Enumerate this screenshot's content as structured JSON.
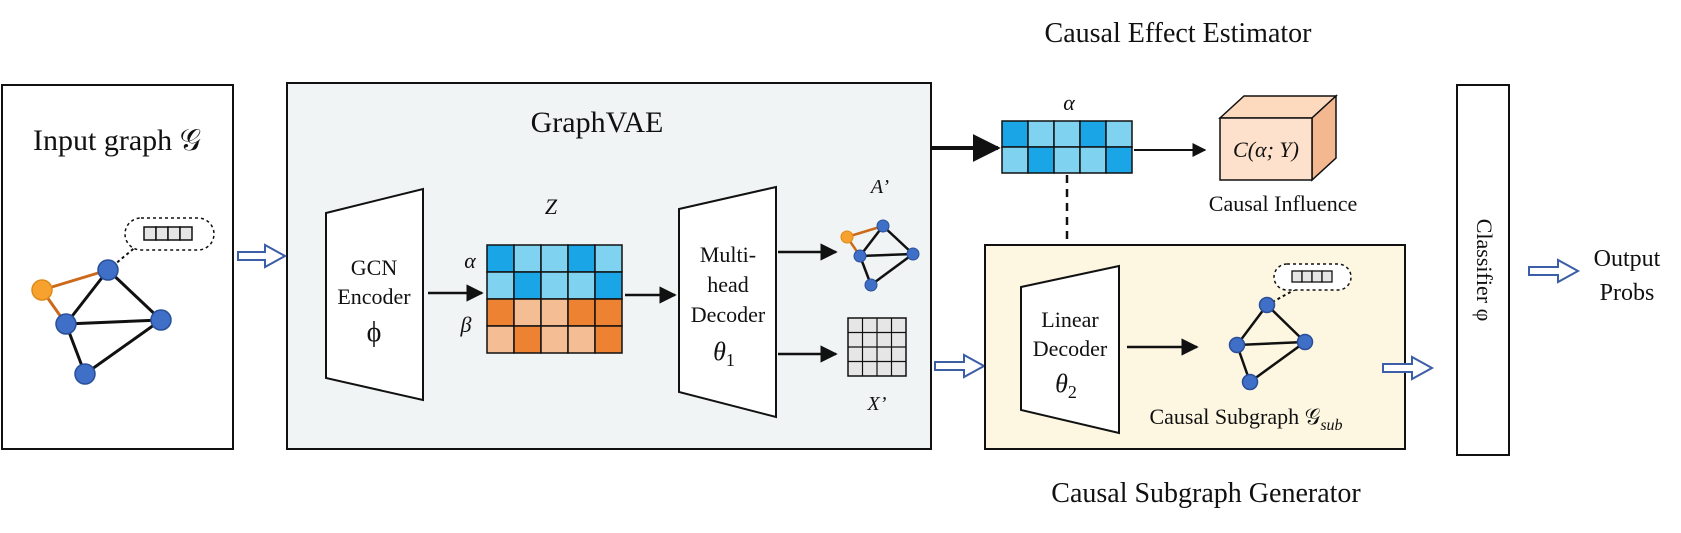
{
  "input_panel": {
    "title": "Input graph 𝒢"
  },
  "graphvae": {
    "title": "GraphVAE",
    "encoder": {
      "line1": "GCN",
      "line2": "Encoder",
      "symbol": "ϕ"
    },
    "latent": {
      "label": "Z",
      "alpha": "α",
      "beta": "β"
    },
    "decoder": {
      "line1": "Multi-",
      "line2": "head",
      "line3": "Decoder",
      "symbol": "θ",
      "subscript": "1"
    },
    "outputs": {
      "adjacency": "A’",
      "features": "X’"
    }
  },
  "estimator": {
    "title": "Causal Effect Estimator",
    "alpha": "α",
    "cube_text": "C(α; Y)",
    "caption": "Causal Influence"
  },
  "generator": {
    "title": "Causal Subgraph Generator",
    "decoder": {
      "line1": "Linear",
      "line2": "Decoder",
      "symbol": "θ",
      "subscript": "2"
    },
    "caption": "Causal Subgraph 𝒢",
    "caption_sub": "sub"
  },
  "classifier": {
    "label": "Classifier φ"
  },
  "output": {
    "line1": "Output",
    "line2": "Probs"
  },
  "colors": {
    "blue_dark": "#1aa6e6",
    "blue_light": "#7fd3f0",
    "orange_dark": "#ee8233",
    "orange_light": "#f5bd94",
    "node_blue": "#3f6fc7",
    "node_orange": "#f7a12e",
    "edge_orange": "#cc6a1c",
    "panel_gray": "#f0f4f4",
    "panel_yellow": "#fdf6e1",
    "cube_front": "#fde1cc",
    "arrow_outline": "#3b5ea6"
  }
}
